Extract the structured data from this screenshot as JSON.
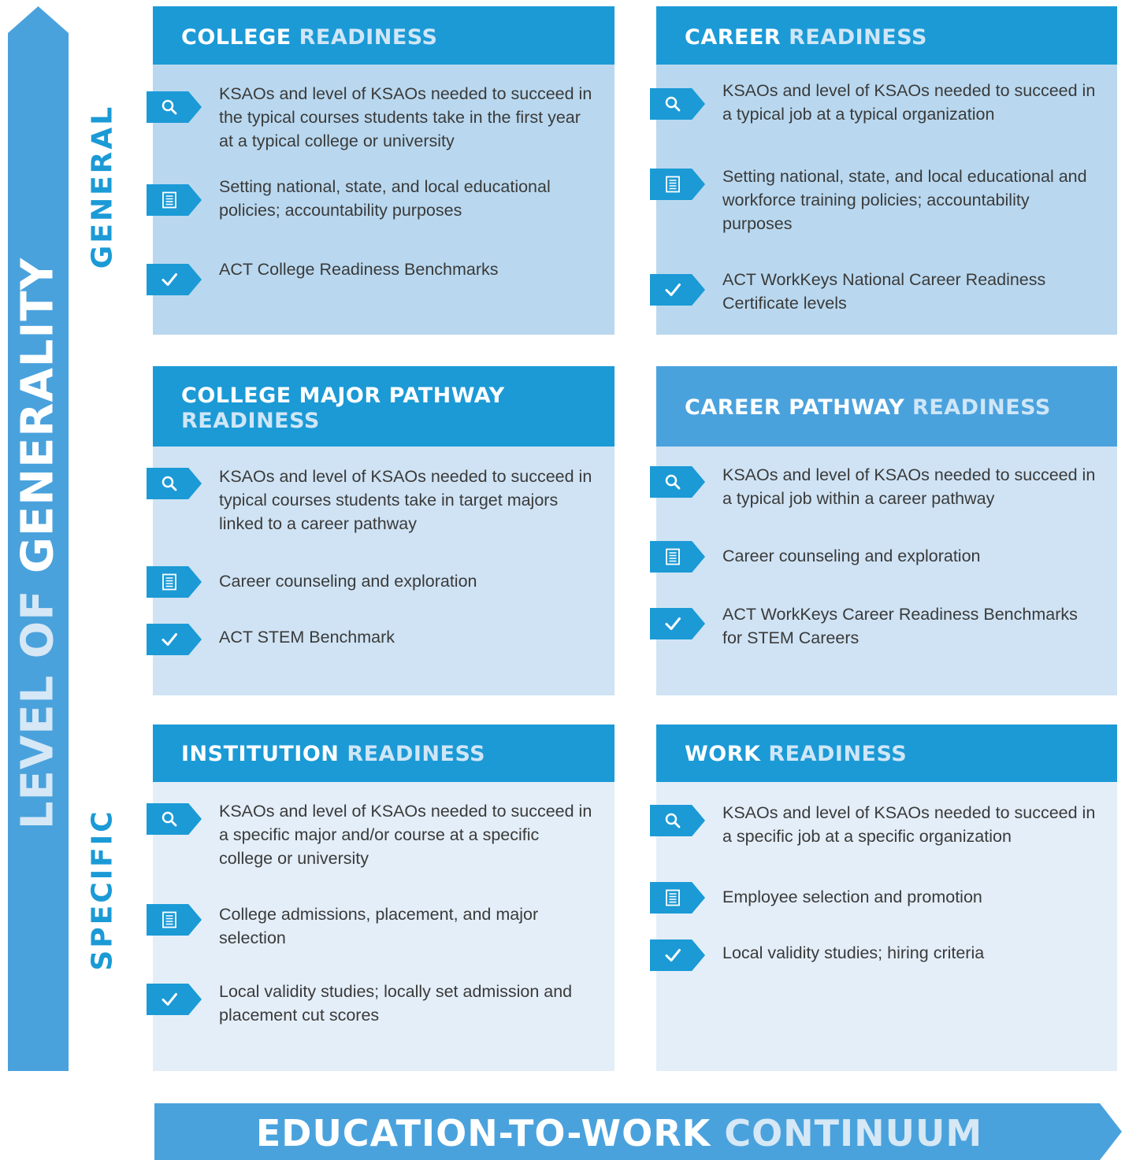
{
  "axis_vertical": {
    "part1": "LEVEL OF",
    "part2": "GENERALITY"
  },
  "axis_horizontal": {
    "part1": "EDUCATION-TO-WORK",
    "part2": "CONTINUUM"
  },
  "side_labels": {
    "general": "GENERAL",
    "specific": "SPECIFIC"
  },
  "colors": {
    "primary": "#1b9ad6",
    "arrow": "#4aa2dd",
    "tint_top": "#b9d8ef",
    "tint_mid": "#cfe3f4",
    "tint_bottom": "#e4eef8"
  },
  "cards": [
    {
      "title_bold": "COLLEGE",
      "title_light": "READINESS",
      "items": [
        {
          "icon": "search-icon",
          "text": "KSAOs and level of KSAOs needed to succeed in the typical courses students take in the first year at a typical college or university"
        },
        {
          "icon": "document-icon",
          "text": "Setting national, state, and local educational policies; accountability purposes"
        },
        {
          "icon": "check-icon",
          "text": "ACT College Readiness Benchmarks"
        }
      ]
    },
    {
      "title_bold": "CAREER",
      "title_light": "READINESS",
      "items": [
        {
          "icon": "search-icon",
          "text": "KSAOs and level of KSAOs needed to succeed in a typical job at a typical organization"
        },
        {
          "icon": "document-icon",
          "text": "Setting national, state, and local educational and workforce training policies; accountability purposes"
        },
        {
          "icon": "check-icon",
          "text": "ACT WorkKeys National Career Readiness Certificate levels"
        }
      ]
    },
    {
      "title_bold": "COLLEGE MAJOR PATHWAY",
      "title_light": "READINESS",
      "items": [
        {
          "icon": "search-icon",
          "text": "KSAOs and level of KSAOs needed to succeed in typical courses students take in target majors linked to a career pathway"
        },
        {
          "icon": "document-icon",
          "text": "Career counseling and exploration"
        },
        {
          "icon": "check-icon",
          "text": "ACT STEM Benchmark"
        }
      ]
    },
    {
      "title_bold": "CAREER PATHWAY",
      "title_light": "READINESS",
      "items": [
        {
          "icon": "search-icon",
          "text": "KSAOs and level of KSAOs needed to succeed in a typical job within a career pathway"
        },
        {
          "icon": "document-icon",
          "text": "Career counseling and exploration"
        },
        {
          "icon": "check-icon",
          "text": "ACT WorkKeys Career Readiness Benchmarks for STEM Careers"
        }
      ]
    },
    {
      "title_bold": "INSTITUTION",
      "title_light": "READINESS",
      "items": [
        {
          "icon": "search-icon",
          "text": "KSAOs and level of KSAOs needed to succeed in a specific major and/or course at a specific college or university"
        },
        {
          "icon": "document-icon",
          "text": "College admissions, placement, and major selection"
        },
        {
          "icon": "check-icon",
          "text": "Local validity studies; locally set admission and placement cut scores"
        }
      ]
    },
    {
      "title_bold": "WORK",
      "title_light": "READINESS",
      "items": [
        {
          "icon": "search-icon",
          "text": "KSAOs and level of KSAOs needed to succeed in a specific job at a specific organization"
        },
        {
          "icon": "document-icon",
          "text": "Employee selection and promotion"
        },
        {
          "icon": "check-icon",
          "text": "Local validity studies; hiring criteria"
        }
      ]
    }
  ]
}
